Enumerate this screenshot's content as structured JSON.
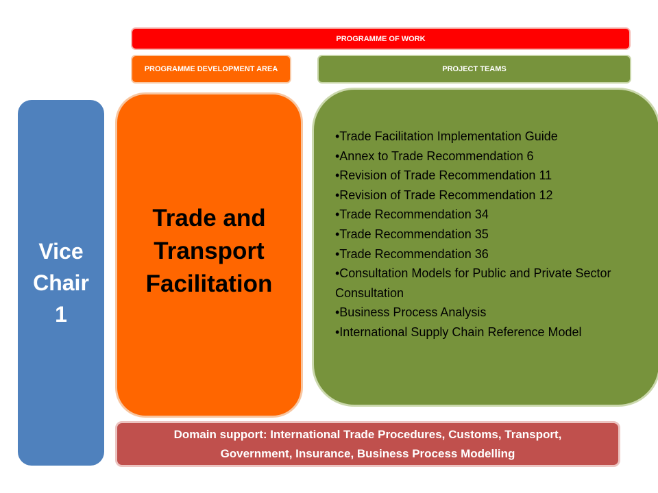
{
  "programme_of_work": "PROGRAMME OF WORK",
  "programme_development_area": "PROGRAMME DEVELOPMENT AREA",
  "project_teams_header": "PROJECT  TEAMS",
  "vice_chair": {
    "line1": "Vice",
    "line2": "Chair",
    "line3": "1"
  },
  "development_area": {
    "line1": "Trade and",
    "line2": "Transport",
    "line3": "Facilitation"
  },
  "project_items": [
    "•Trade Facilitation Implementation Guide",
    "•Annex to Trade Recommendation 6",
    "•Revision of Trade Recommendation 11",
    "•Revision of Trade Recommendation 12",
    "•Trade Recommendation 34",
    "•Trade Recommendation 35",
    "•Trade Recommendation 36",
    "•Consultation Models for Public and Private Sector Consultation",
    "•Business Process Analysis",
    "•International Supply Chain Reference Model"
  ],
  "domain_support": {
    "line1": "Domain support: International Trade Procedures, Customs, Transport,",
    "line2": "Government, Insurance, Business Process Modelling"
  },
  "colors": {
    "programme_of_work": "#ff0000",
    "development_area": "#ff6600",
    "project_teams": "#77933c",
    "vice_chair": "#4f81bd",
    "domain_support": "#c0504d"
  }
}
